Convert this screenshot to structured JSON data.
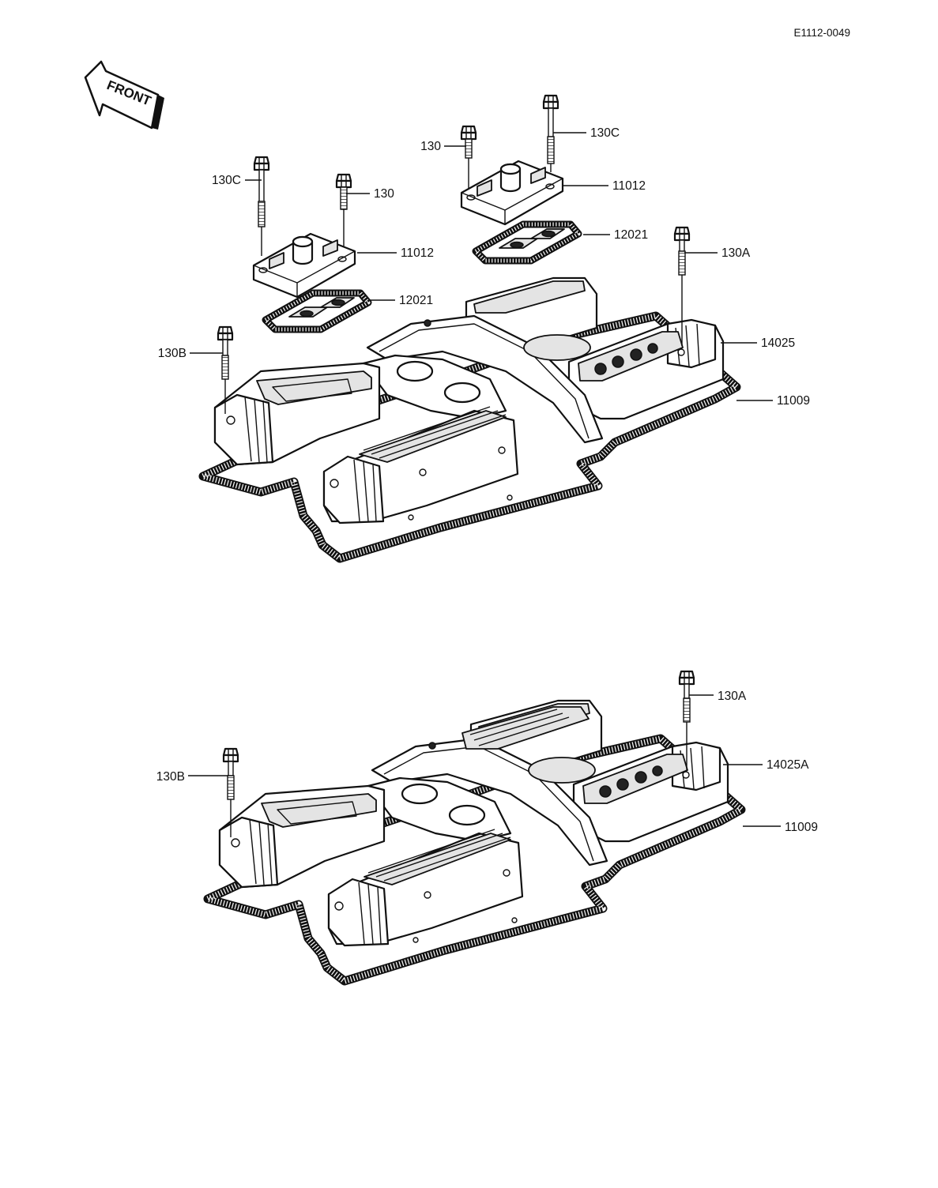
{
  "reference_code": "E1112-0049",
  "front_label": "FRONT",
  "upper_assembly": {
    "callouts": {
      "bolt_130c_left": "130C",
      "bolt_130_left": "130",
      "cap_11012_left": "11012",
      "gasket_12021_left": "12021",
      "bolt_130_right": "130",
      "bolt_130c_right": "130C",
      "cap_11012_right": "11012",
      "gasket_12021_right": "12021",
      "bolt_130a": "130A",
      "bolt_130b": "130B",
      "cover_14025": "14025",
      "gasket_11009": "11009"
    }
  },
  "lower_assembly": {
    "callouts": {
      "bolt_130a": "130A",
      "bolt_130b": "130B",
      "cover_14025a": "14025A",
      "gasket_11009": "11009"
    }
  }
}
